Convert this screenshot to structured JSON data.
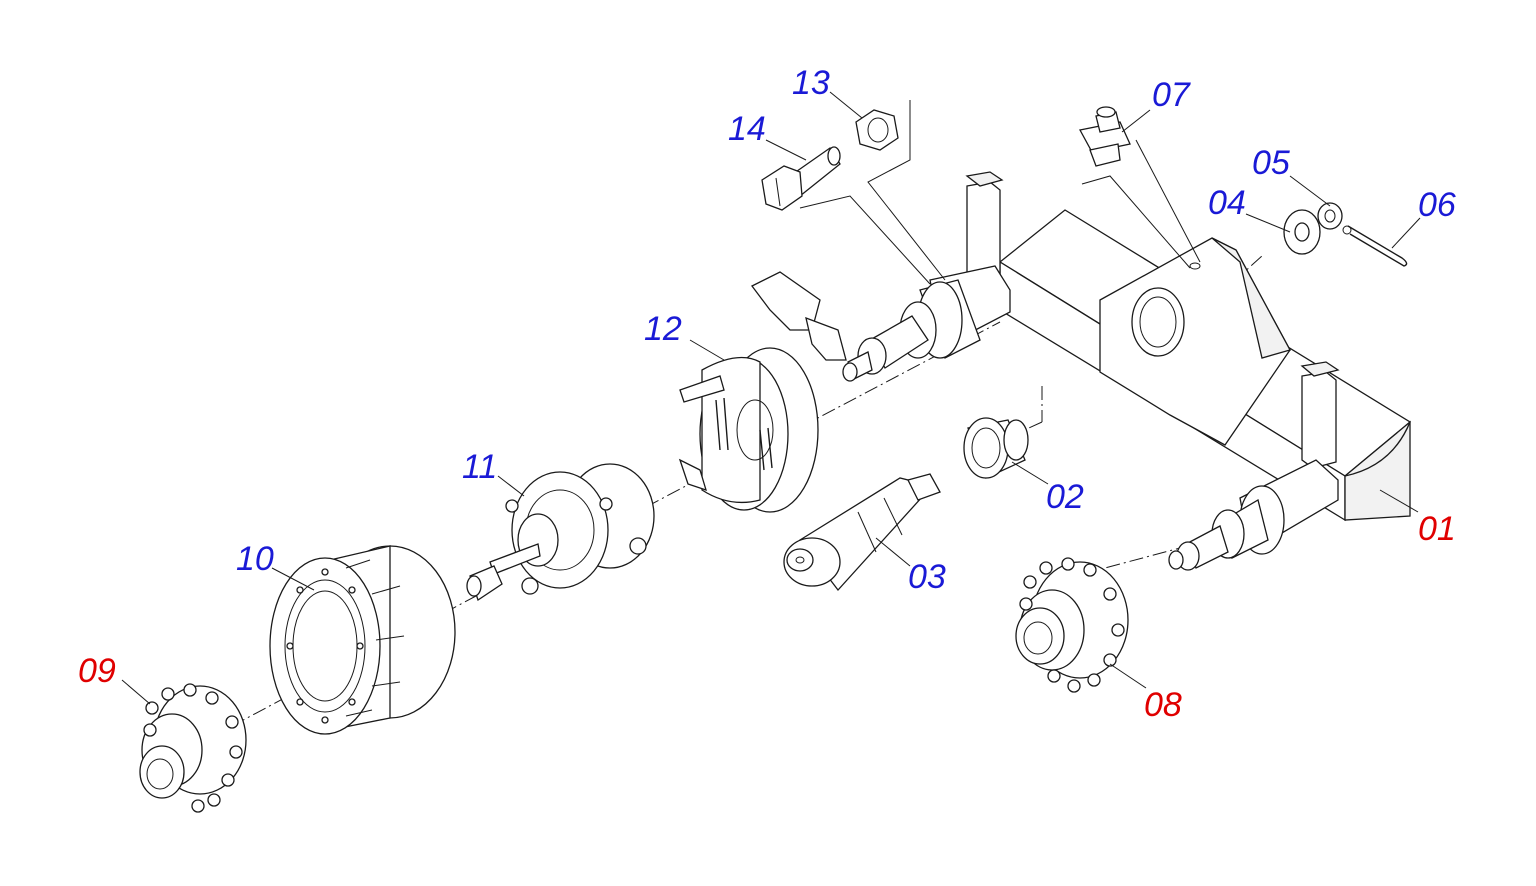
{
  "diagram": {
    "colors": {
      "primary_label": "#e00000",
      "secondary_label": "#1a1ad6",
      "line": "#1a1a1a"
    },
    "labels": [
      {
        "id": "lbl-01",
        "text": "01",
        "color": "#e00000"
      },
      {
        "id": "lbl-02",
        "text": "02",
        "color": "#1a1ad6"
      },
      {
        "id": "lbl-03",
        "text": "03",
        "color": "#1a1ad6"
      },
      {
        "id": "lbl-04",
        "text": "04",
        "color": "#1a1ad6"
      },
      {
        "id": "lbl-05",
        "text": "05",
        "color": "#1a1ad6"
      },
      {
        "id": "lbl-06",
        "text": "06",
        "color": "#1a1ad6"
      },
      {
        "id": "lbl-07",
        "text": "07",
        "color": "#1a1ad6"
      },
      {
        "id": "lbl-08",
        "text": "08",
        "color": "#e00000"
      },
      {
        "id": "lbl-09",
        "text": "09",
        "color": "#e00000"
      },
      {
        "id": "lbl-10",
        "text": "10",
        "color": "#1a1ad6"
      },
      {
        "id": "lbl-11",
        "text": "11",
        "color": "#1a1ad6"
      },
      {
        "id": "lbl-12",
        "text": "12",
        "color": "#1a1ad6"
      },
      {
        "id": "lbl-13",
        "text": "13",
        "color": "#1a1ad6"
      },
      {
        "id": "lbl-14",
        "text": "14",
        "color": "#1a1ad6"
      }
    ]
  }
}
